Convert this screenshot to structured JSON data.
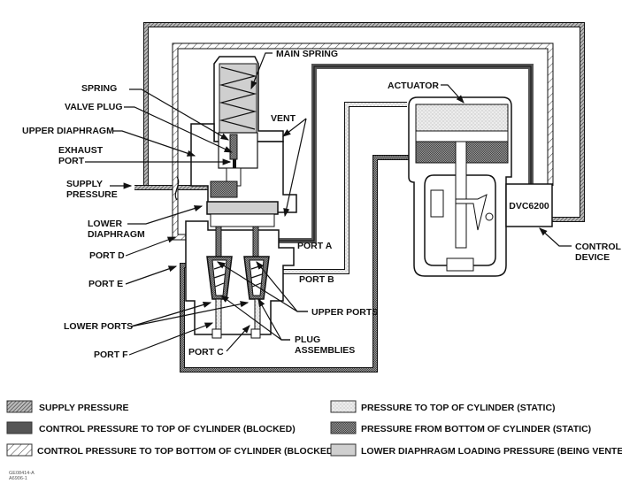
{
  "diagram": {
    "labels": {
      "main_spring": "MAIN SPRING",
      "spring": "SPRING",
      "valve_plug": "VALVE PLUG",
      "upper_diaphragm": "UPPER DIAPHRAGM",
      "exhaust_port_1": "EXHAUST",
      "exhaust_port_2": "PORT",
      "supply_pressure_1": "SUPPLY",
      "supply_pressure_2": "PRESSURE",
      "lower_diaphragm_1": "LOWER",
      "lower_diaphragm_2": "DIAPHRAGM",
      "port_d": "PORT D",
      "port_e": "PORT E",
      "lower_ports": "LOWER PORTS",
      "port_f": "PORT F",
      "port_c": "PORT C",
      "vent": "VENT",
      "port_a": "PORT A",
      "port_b": "PORT B",
      "upper_ports": "UPPER PORTS",
      "plug_assemblies_1": "PLUG",
      "plug_assemblies_2": "ASSEMBLIES",
      "actuator": "ACTUATOR",
      "dvc": "DVC6200",
      "control_device_1": "CONTROL",
      "control_device_2": "DEVICE"
    },
    "legend": [
      {
        "pattern": "supply-crosshatch",
        "label": "SUPPLY PRESSURE"
      },
      {
        "pattern": "dark-solid",
        "label": "CONTROL PRESSURE TO TOP OF CYLINDER (BLOCKED)"
      },
      {
        "pattern": "diagonal-hatch",
        "label": "CONTROL PRESSURE TO TOP BOTTOM OF CYLINDER (BLOCKED)"
      },
      {
        "pattern": "light-stipple",
        "label": "PRESSURE TO TOP OF CYLINDER (STATIC)"
      },
      {
        "pattern": "dense-dots",
        "label": "PRESSURE FROM BOTTOM OF CYLINDER (STATIC)"
      },
      {
        "pattern": "light-gray",
        "label": "LOWER DIAPHRAGM LOADING PRESSURE (BEING VENTED)"
      }
    ],
    "footnote": [
      "GE08414-A",
      "A6906-1"
    ],
    "colors": {
      "dark_solid": "#555555",
      "light_gray": "#cfcfcf",
      "line": "#111111"
    }
  }
}
